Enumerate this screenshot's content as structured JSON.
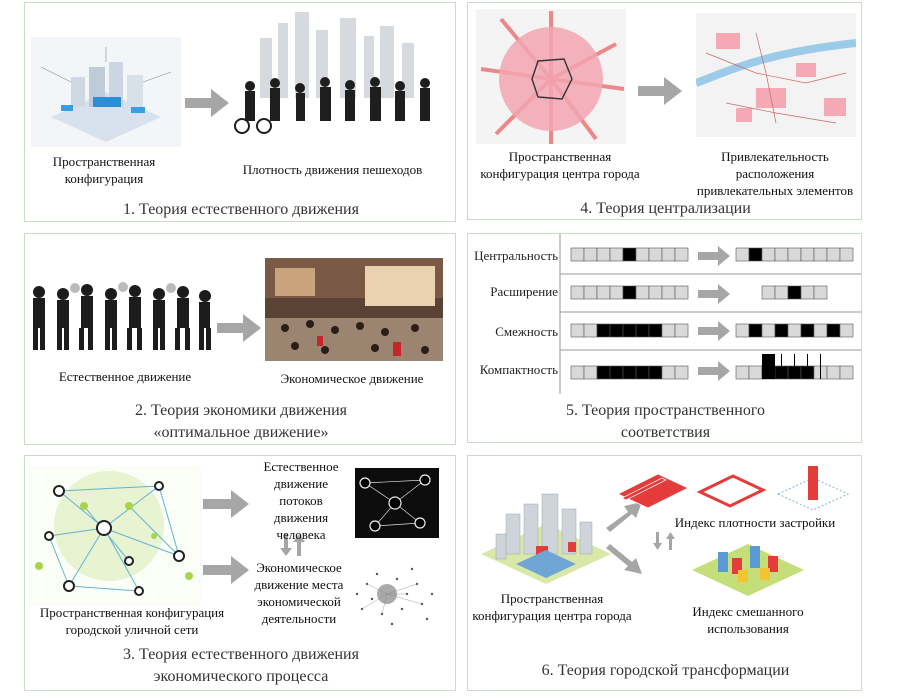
{
  "panels": [
    {
      "id": 1,
      "caption": "1. Теория естественного движения",
      "labels": {
        "left": "Пространственная конфигурация",
        "right": "Плотность движения пешеходов"
      }
    },
    {
      "id": 4,
      "caption": "4. Теория централизации",
      "labels": {
        "left": "Пространственная конфигурация центра города",
        "right": "Привлекательность расположения привлекательных элементов"
      }
    },
    {
      "id": 2,
      "caption_line1": "2. Теория экономики движения",
      "caption_line2": "«оптимальное движение»",
      "labels": {
        "left": "Естественное движение",
        "right": "Экономическое движение"
      }
    },
    {
      "id": 5,
      "caption_line1": "5. Теория пространственного",
      "caption_line2": "соответствия",
      "rows": [
        "Центральность",
        "Расширение",
        "Смежность",
        "Компактность"
      ]
    },
    {
      "id": 3,
      "caption_line1": "3. Теория естественного движения",
      "caption_line2": "экономического процесса",
      "labels": {
        "left": "Пространственная конфигурация городской уличной сети",
        "top": "Естественное движение потоков движения человека",
        "bottom": "Экономическое движение места экономической деятельности"
      }
    },
    {
      "id": 6,
      "caption": "6. Теория городской трансформации",
      "labels": {
        "left": "Пространственная конфигурация центра города",
        "top": "Индекс плотности застройки",
        "bottom": "Индекс смешанного использования"
      }
    }
  ],
  "colors": {
    "border": "#c9dcc6",
    "arrow": "#a6a6a6",
    "accent_red": "#e43b3b",
    "cell_grey": "#d9d9d9"
  }
}
